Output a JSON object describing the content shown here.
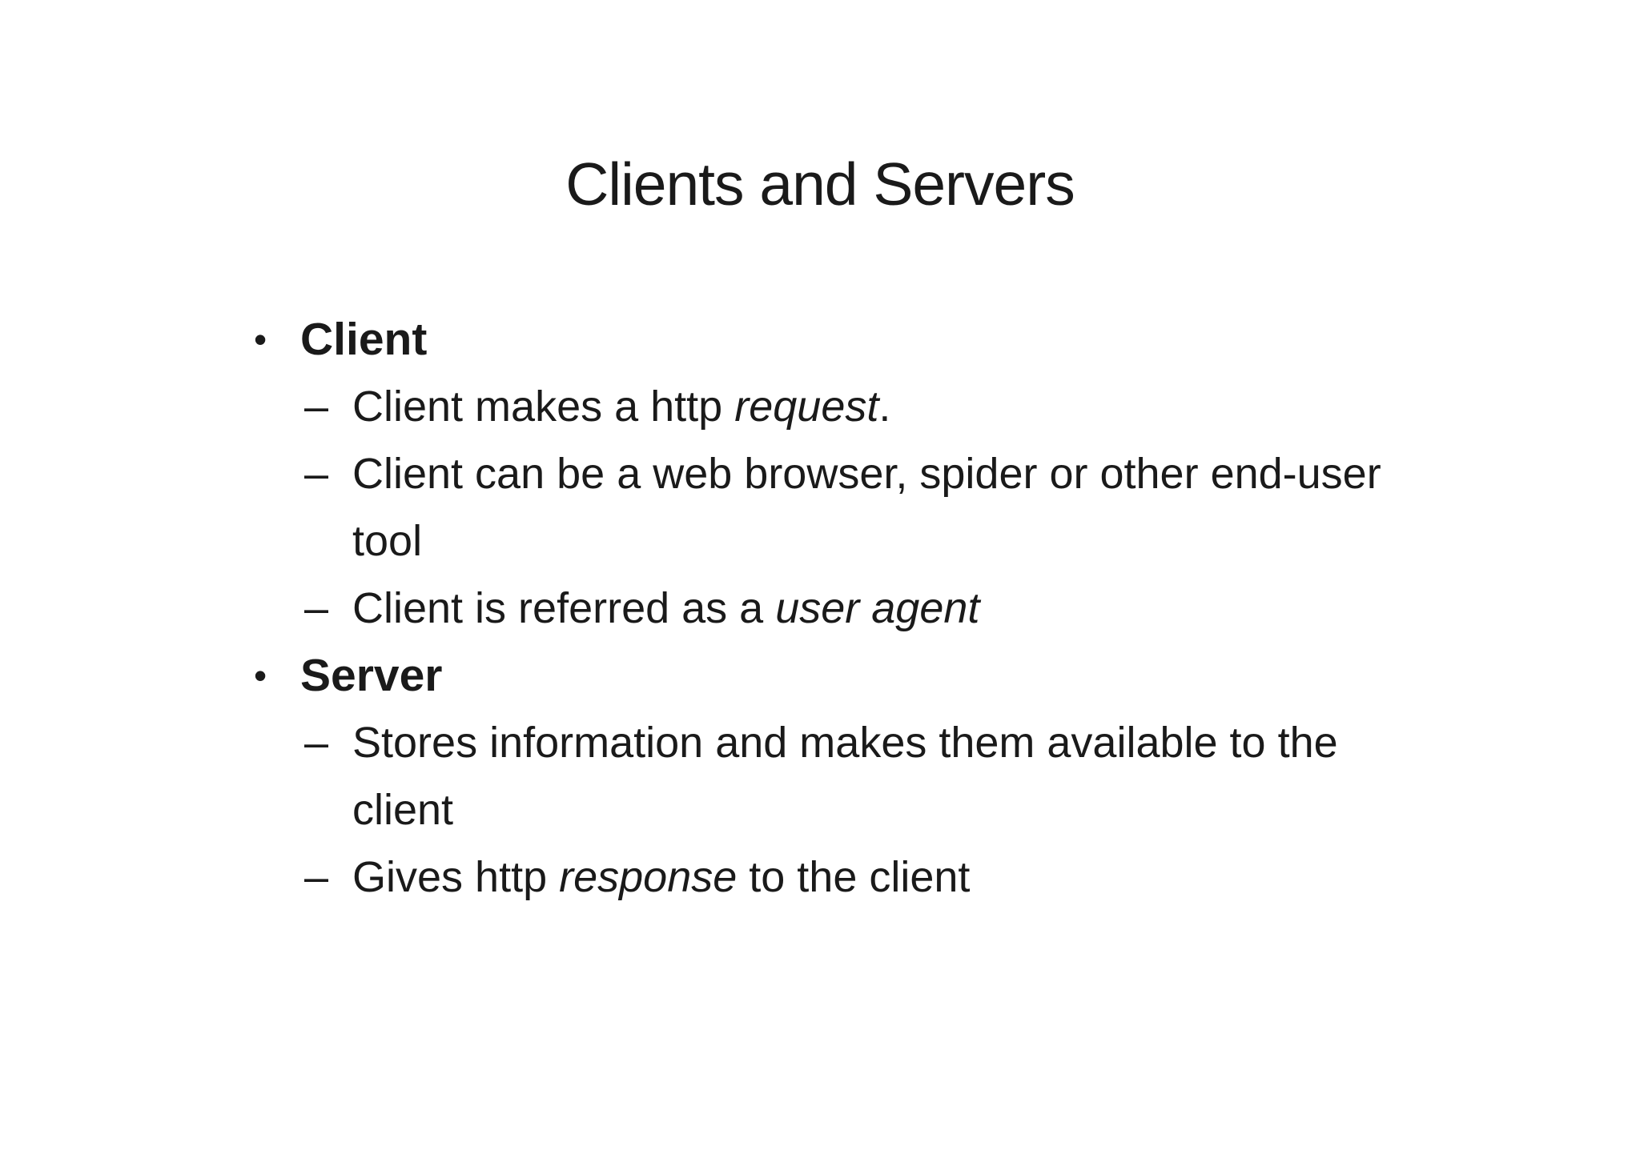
{
  "slide": {
    "title": "Clients and Servers",
    "markers": {
      "level1": "•",
      "level2": "–"
    },
    "items": [
      {
        "level": 1,
        "text": "Client"
      },
      {
        "level": 2,
        "pre": "Client makes a http ",
        "italic": "request",
        "post": "."
      },
      {
        "level": 2,
        "pre": "Client can be a web browser, spider or other end-user\ntool",
        "italic": "",
        "post": ""
      },
      {
        "level": 2,
        "pre": "Client is referred as a ",
        "italic": "user agent",
        "post": ""
      },
      {
        "level": 1,
        "text": "Server"
      },
      {
        "level": 2,
        "pre": "Stores information and makes them available to the\nclient",
        "italic": "",
        "post": ""
      },
      {
        "level": 2,
        "pre": "Gives http ",
        "italic": "response",
        "post": " to the client"
      }
    ],
    "colors": {
      "text": "#1a1a1a",
      "background": "#ffffff"
    }
  }
}
